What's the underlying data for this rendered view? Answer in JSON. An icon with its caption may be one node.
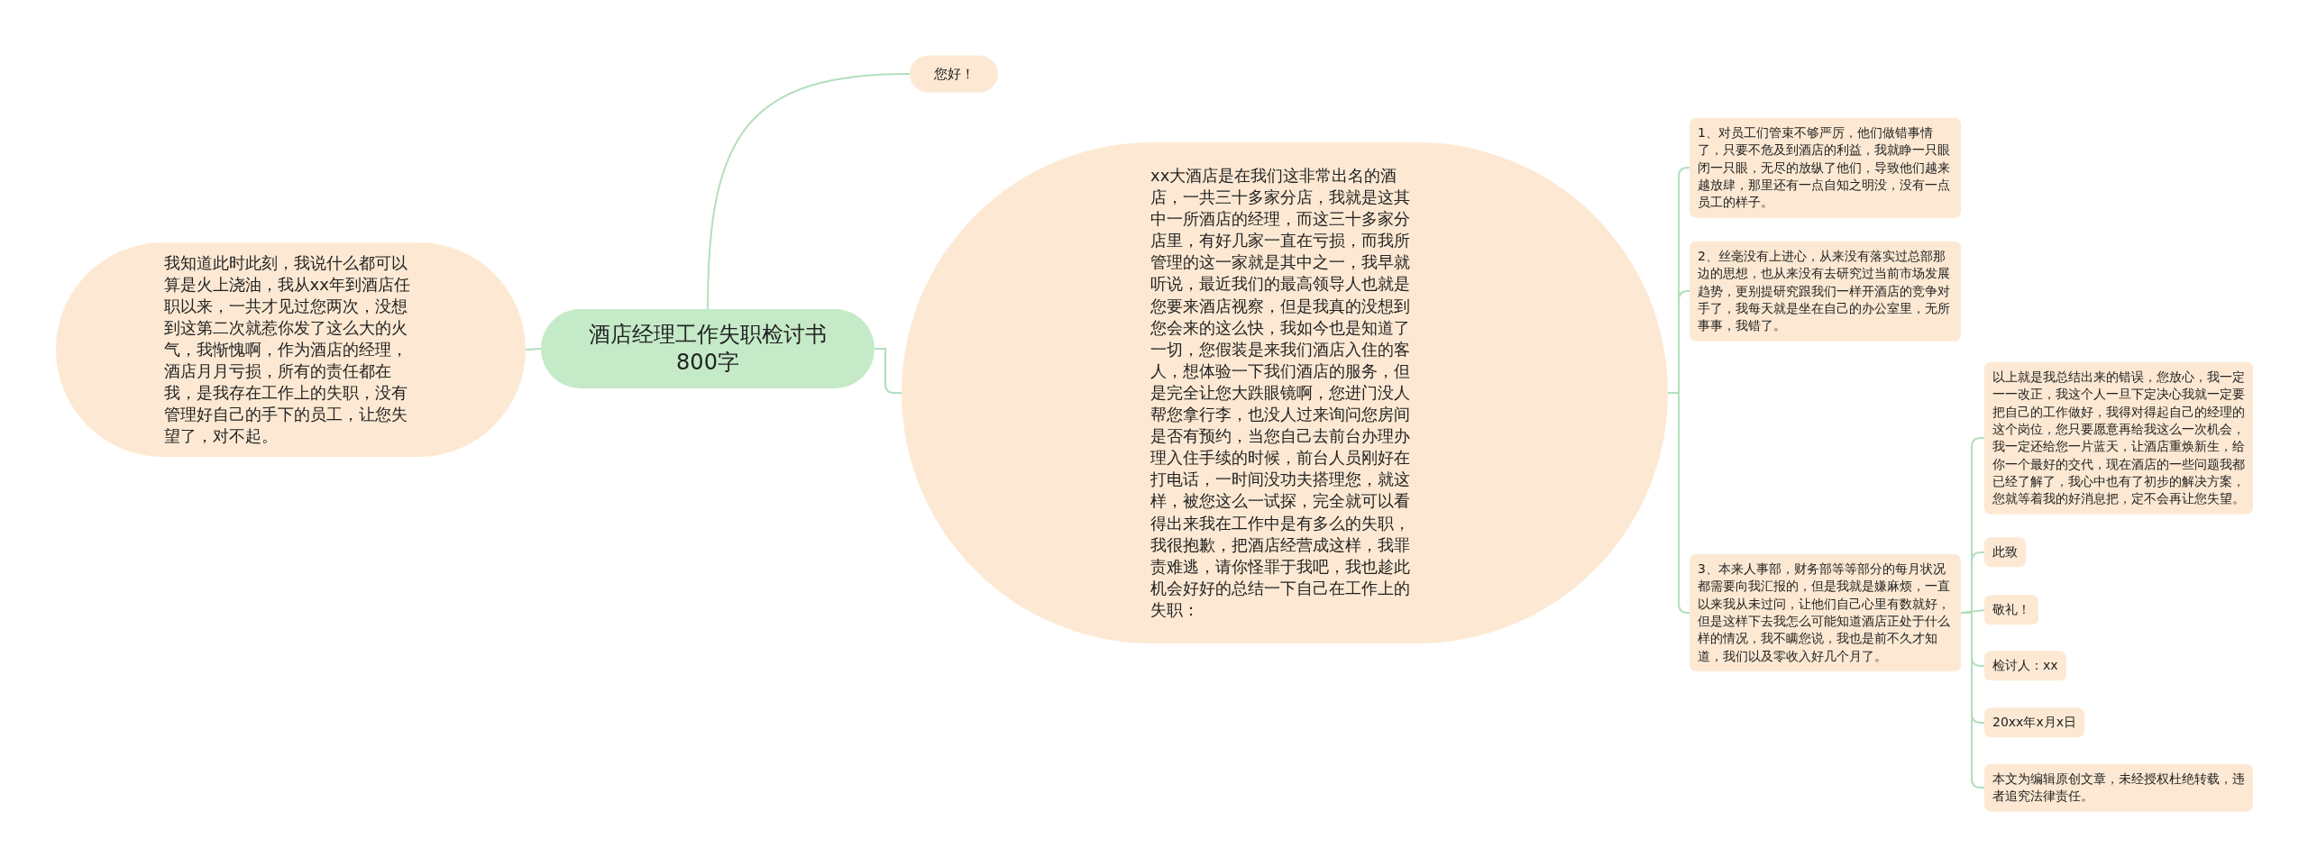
{
  "diagram": {
    "nodes": [
      {
        "text": [
          "酒店经理工作失职检讨书800字"
        ]
      },
      {
        "text": [
          "您好！"
        ]
      },
      {
        "text": [
          "我知道此时此刻，我说什么都可以算是火上浇油，我从xx年到酒店任职以来，一共才见过您两次，没想到这第二次就惹你发了这么大的火气，我惭愧啊，作为酒店的经理，酒店月月亏损，所有的责任都在我，是我存在工作上的失职，没有管理好自己的手下的员工，让您失望了，对不起。"
        ]
      },
      {
        "text": [
          "xx大酒店是在我们这非常出名的酒店，一共三十多家分店，我就是这其中一所酒店的经理，而这三十多家分店里，有好几家一直在亏损，而我所管理的这一家就是其中之一，我早就听说，最近我们的最高领导人也就是您要来酒店视察，但是我真的没想到您会来的这么快，我如今也是知道了一切，您假装是来我们酒店入住的客人，想体验一下我们酒店的服务，但是完全让您大跌眼镜啊，您进门没人帮您拿行李，也没人过来询问您房间是否有预约，当您自己去前台办理办理入住手续的时候，前台人员刚好在打电话，一时间没功夫搭理您，就这样，被您这么一试探，完全就可以看得出来我在工作中是有多么的失职，我很抱歉，把酒店经营成这样，我罪责难逃，请你怪罪于我吧，我也趁此机会好好的总结一下自己在工作上的失职："
        ]
      },
      {
        "text": [
          "1、对员工们管束不够严厉，他们做错事情了，只要不危及到酒店的利益，我就睁一只眼闭一只眼，无尽的放纵了他们，导致他们越来越放肆，那里还有一点自知之明没，没有一点员工的样子。"
        ]
      },
      {
        "text": [
          "2、丝毫没有上进心，从来没有落实过总部那边的思想，也从来没有去研究过当前市场发展趋势，更别提研究跟我们一样开酒店的竞争对手了，我每天就是坐在自己的办公室里，无所事事，我错了。"
        ]
      },
      {
        "text": [
          "3、本来人事部，财务部等等部分的每月状况都需要向我汇报的，但是我就是嫌麻烦，一直以来我从未过问，让他们自己心里有数就好，但是这样下去我怎么可能知道酒店正处于什么样的情况，我不瞒您说，我也是前不久才知道，我们以及零收入好几个月了。"
        ]
      },
      {
        "text": [
          "以上就是我总结出来的错误，您放心，我一定一一改正，我这个人一旦下定决心我就一定要把自己的工作做好，我得对得起自己的经理的这个岗位，您只要愿意再给我这么一次机会，我一定还给您一片蓝天，让酒店重焕新生，给你一个最好的交代，现在酒店的一些问题我都已经了解了，我心中也有了初步的解决方案，您就等着我的好消息把，定不会再让您失望。"
        ]
      },
      {
        "text": [
          "此致"
        ]
      },
      {
        "text": [
          "敬礼！"
        ]
      },
      {
        "text": [
          "检讨人：xx"
        ]
      },
      {
        "text": [
          "20xx年x月x日"
        ]
      },
      {
        "text": [
          "本文为编辑原创文章，未经授权杜绝转载，违者追究法律责任。"
        ]
      }
    ],
    "edges": [
      {
        "from": 0,
        "to": 1,
        "arrow": "none"
      },
      {
        "from": 0,
        "to": 2,
        "arrow": "none"
      },
      {
        "from": 0,
        "to": 3,
        "arrow": "none"
      },
      {
        "from": 3,
        "to": 4,
        "arrow": "none"
      },
      {
        "from": 3,
        "to": 5,
        "arrow": "none"
      },
      {
        "from": 3,
        "to": 6,
        "arrow": "none"
      },
      {
        "from": 6,
        "to": 7,
        "arrow": "none"
      },
      {
        "from": 6,
        "to": 8,
        "arrow": "none"
      },
      {
        "from": 6,
        "to": 9,
        "arrow": "none"
      },
      {
        "from": 6,
        "to": 10,
        "arrow": "none"
      },
      {
        "from": 6,
        "to": 11,
        "arrow": "none"
      },
      {
        "from": 6,
        "to": 12,
        "arrow": "none"
      }
    ]
  }
}
